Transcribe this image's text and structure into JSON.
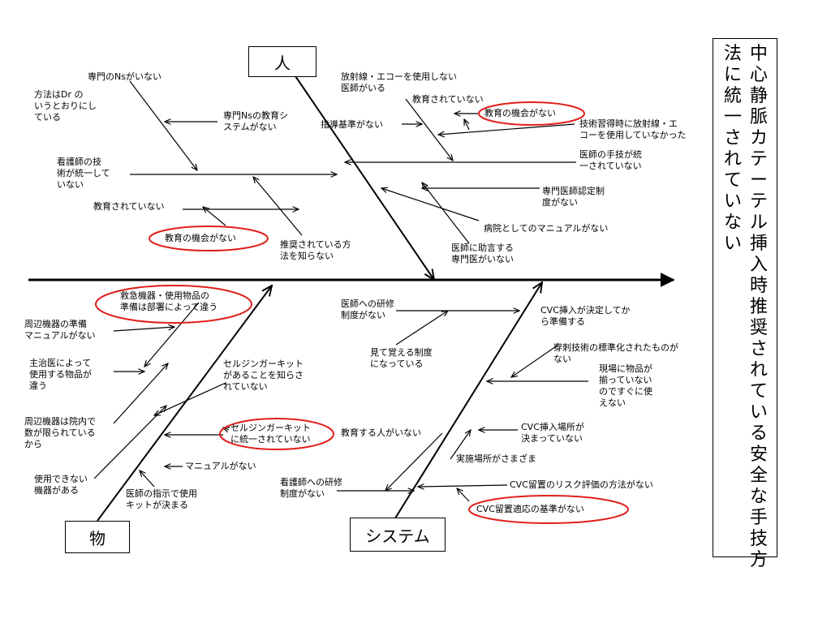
{
  "effect": {
    "line1": "中心静脈カテーテル挿入時推奨されている安全な手技方",
    "line2": "法に統一されていない"
  },
  "categories": {
    "people": "人",
    "things": "物",
    "system": "システム"
  },
  "people": {
    "no_specialist_ns": "専門のNsがいない",
    "method_dr": "方法はDr の\nいうとおりにし\nている",
    "ns_edu_system": "専門Nsの教育シ\nステムがない",
    "nurse_skill": "看護師の技\n術が統一して\nいない",
    "not_educated": "教育されていない",
    "edu_opportunity": "教育の機会がない",
    "dont_know_method": "推奨されている方\n法を知らない",
    "radiation_doctors": "放射線・エコーを使用しない\n医師がいる",
    "not_educated_2": "教育されていない",
    "edu_opportunity_2": "教育の機会がない",
    "guideline": "指導基準がない",
    "skill_acquisition": "技術習得時に放射線・エ\nコーを使用していなかった",
    "doctor_skill": "医師の手技が統\n一されていない",
    "specialist_cert": "専門医師認定制\n度がない",
    "hospital_manual": "病院としてのマニュアルがない",
    "no_advisor": "医師に助言する\n専門医がいない"
  },
  "things": {
    "emergency_prep": "救急機器・使用物品の\n準備は部署によって違う",
    "peripheral_manual": "周辺機器の準備\nマニュアルがない",
    "attending_items": "主治医によって\n使用する物品が\n違う",
    "limited_devices": "周辺機器は院内で\n数が限られている\nから",
    "unusable": "使用できない\n機器がある",
    "seldinger_unknown": "セルジンガーキット\nがあることを知らさ\nれていない",
    "seldinger_unified": "セルジンガーキット\nに統一されていない",
    "manual": "マニュアルがない",
    "doctor_kit": "医師の指示で使用\nキットが決まる"
  },
  "system": {
    "training_doctors": "医師への研修\n制度がない",
    "learn_by_watching": "見て覚える制度\nになっている",
    "cvc_prep": "CVC挿入が決定してか\nら準備する",
    "puncture_standard": "穿刺技術の標準化されたものが\nない",
    "items_missing": "現場に物品が\n揃っていない\nのですぐに使\nえない",
    "cvc_place": "CVC挿入場所が\n決まっていない",
    "no_educator": "教育する人がいない",
    "various_places": "実施場所がさまざま",
    "training_nurses": "看護師への研修\n制度がない",
    "risk_eval": "CVC留置のリスク評価の方法がない",
    "indication": "CVC留置適応の基準がない"
  },
  "colors": {
    "line": "#000000",
    "highlight": "#e0201c"
  }
}
